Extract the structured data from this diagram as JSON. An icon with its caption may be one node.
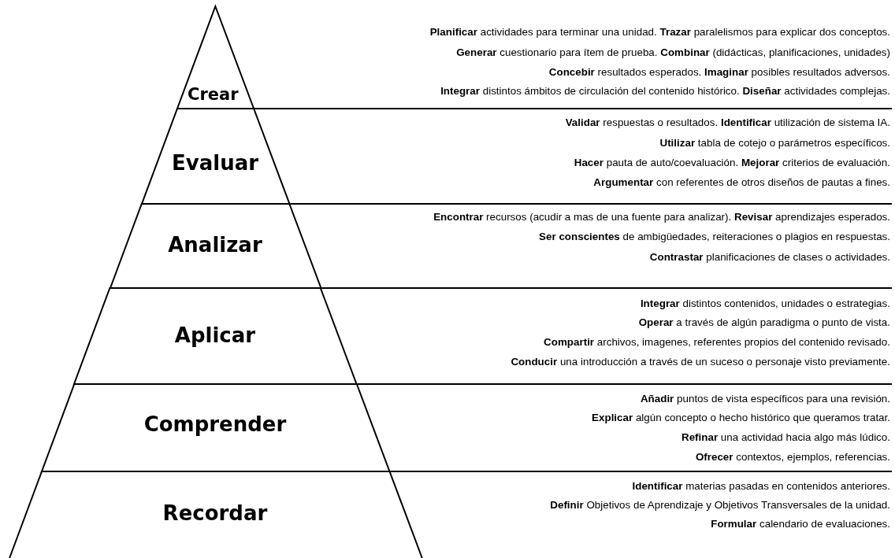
{
  "diagram": {
    "nodes": [
      {
        "text": [
          "Crear"
        ],
        "beside": [
          "**Planificar** actividades para terminar una unidad. **Trazar** paralelismos para explicar dos conceptos.",
          "**Generar** cuestionario para ítem de prueba. **Combinar** (didácticas, planificaciones, unidades)",
          "**Concebir** resultados esperados. **Imaginar** posibles resultados adversos.",
          "**Integrar** distintos ámbitos de circulación del contenido histórico. **Diseñar** actividades complejas."
        ]
      },
      {
        "text": [
          "Evaluar"
        ],
        "beside": [
          "**Validar** respuestas o resultados. **Identificar** utilización de sistema IA.",
          "**Utilizar** tabla de cotejo o parámetros específicos.",
          "**Hacer** pauta de auto/coevaluación. **Mejorar** criterios de evaluación.",
          "**Argumentar** con referentes de otros diseños de pautas a fines."
        ]
      },
      {
        "text": [
          "Analizar"
        ],
        "beside": [
          "**Encontrar** recursos (acudir a mas de una fuente para analizar). **Revisar** aprendizajes esperados.",
          "**Ser conscientes** de ambigüedades, reiteraciones o plagios en respuestas.",
          "**Contrastar** planificaciones de clases o actividades."
        ]
      },
      {
        "text": [
          "Aplicar"
        ],
        "beside": [
          "**Integrar** distintos contenidos, unidades o estrategias.",
          "**Operar** a través de algún paradigma o punto de vista.",
          "**Compartir** archivos, imagenes, referentes propios del contenido revisado.",
          "**Conducir** una introducción a través de un suceso o personaje visto previamente."
        ]
      },
      {
        "text": [
          "Comprender"
        ],
        "beside": [
          "**Añadir** puntos de vista específicos para una revisión.",
          "**Explicar** algún concepto o hecho histórico que queramos tratar.",
          "**Refinar** una actividad hacia algo más lúdico.",
          "**Ofrecer** contextos, ejemplos, referencias."
        ]
      },
      {
        "text": [
          "Recordar"
        ],
        "beside": [
          "**Identificar** materias pasadas en contenidos anteriores.",
          "**Definir** Objetivos de Aprendizaje y Objetivos Transversales de la unidad.",
          "**Formular** calendario de evaluaciones."
        ]
      }
    ]
  }
}
